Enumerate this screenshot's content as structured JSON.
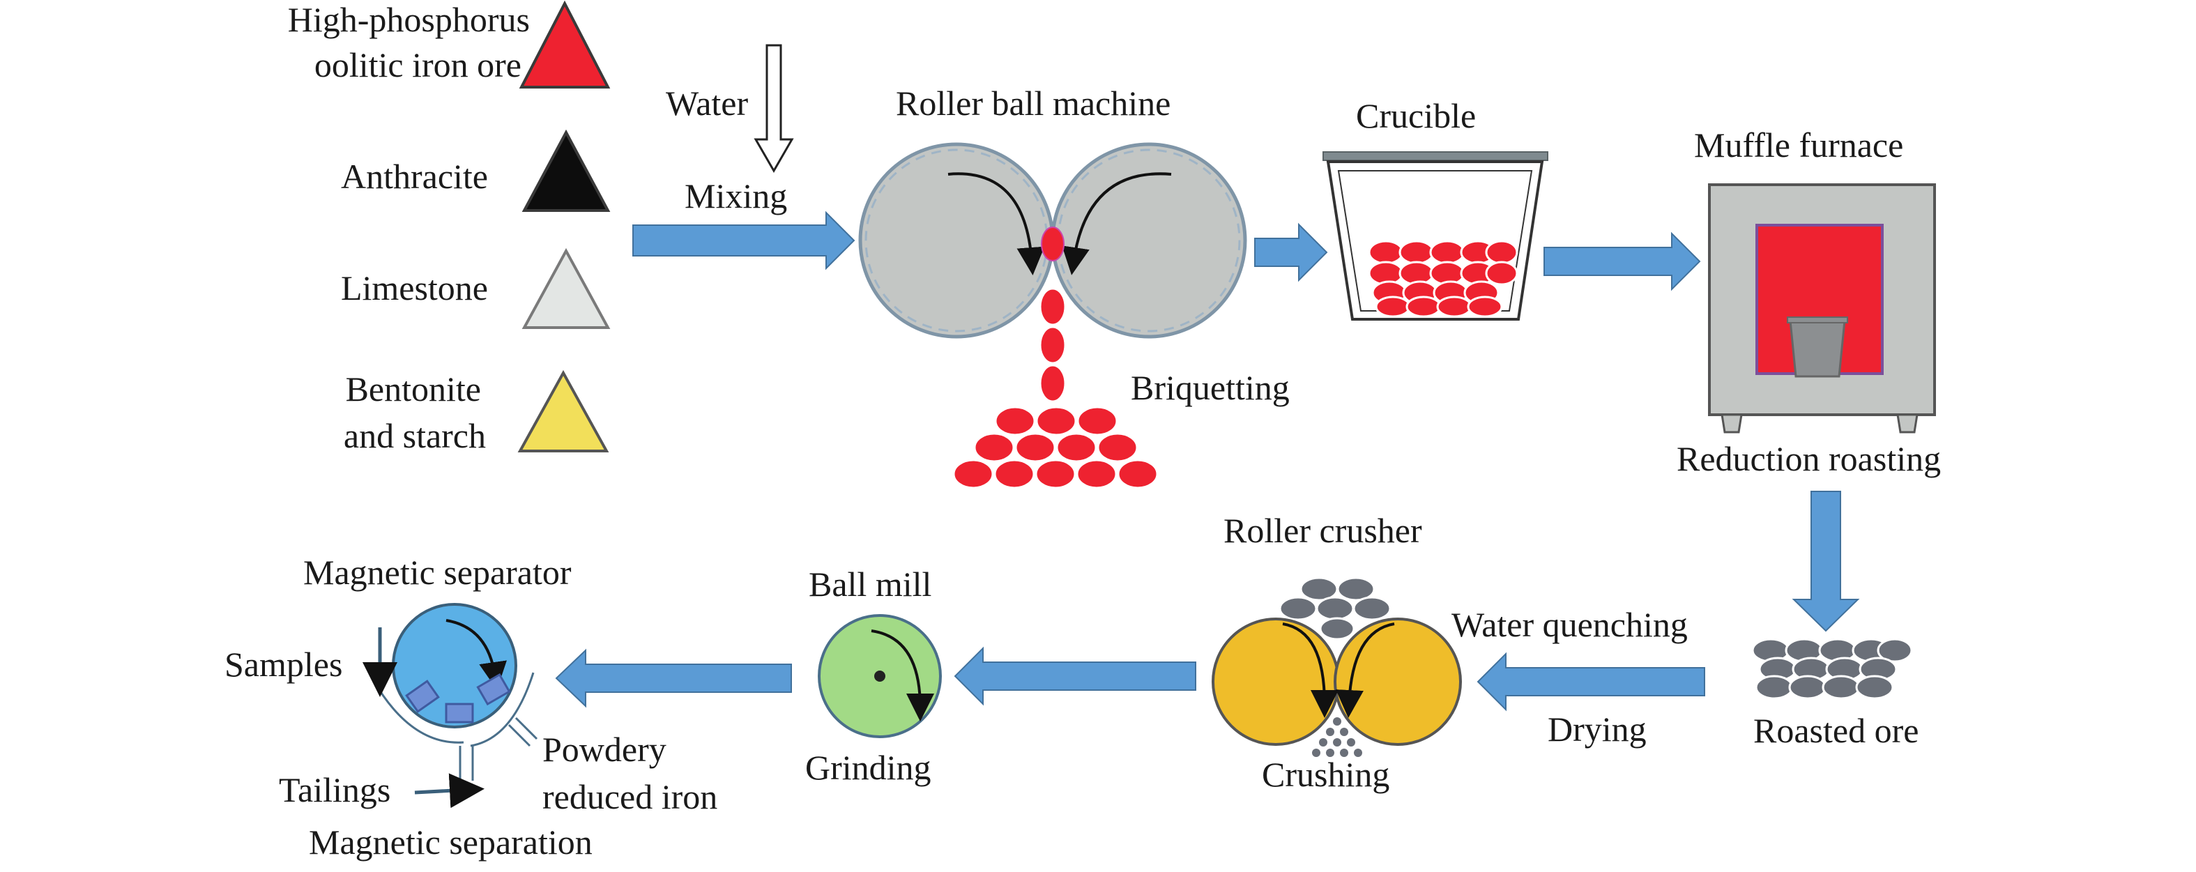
{
  "materials": [
    {
      "line1": "High-phosphorus",
      "line2": "oolitic iron ore",
      "color": "#ee2230"
    },
    {
      "line1": "Anthracite",
      "line2": "",
      "color": "#0d0d0d"
    },
    {
      "line1": "Limestone",
      "line2": "",
      "color": "#e3e6e4"
    },
    {
      "line1": "Bentonite",
      "line2": "and starch",
      "color": "#f2df5a"
    }
  ],
  "steps": {
    "water": "Water",
    "mixing": "Mixing",
    "roller_ball_machine": "Roller ball machine",
    "briquetting": "Briquetting",
    "crucible": "Crucible",
    "muffle_furnace": "Muffle furnace",
    "reduction_roasting": "Reduction roasting",
    "roasted_ore": "Roasted ore",
    "water_quenching": "Water quenching",
    "drying": "Drying",
    "roller_crusher": "Roller crusher",
    "crushing": "Crushing",
    "ball_mill": "Ball mill",
    "grinding": "Grinding",
    "magnetic_separator": "Magnetic separator",
    "samples": "Samples",
    "tailings": "Tailings",
    "powdery_line1": "Powdery",
    "powdery_line2": "reduced iron",
    "magnetic_separation": "Magnetic separation"
  },
  "colors": {
    "flow_arrow": "#5b9bd5",
    "pellet_red": "#ee2230",
    "roller_gray": "#c3c6c4",
    "crusher_yellow": "#efbd2a",
    "mill_green": "#a2da86",
    "separator_blue": "#5bb0e6",
    "ore_gray": "#6a6f78"
  }
}
